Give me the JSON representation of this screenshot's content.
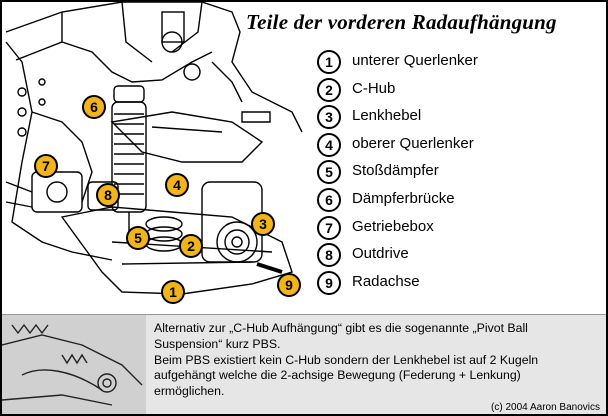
{
  "title": "Teile der vorderen Radaufhängung",
  "legend": [
    {
      "num": "1",
      "label": "unterer Querlenker"
    },
    {
      "num": "2",
      "label": "C-Hub"
    },
    {
      "num": "3",
      "label": "Lenkhebel"
    },
    {
      "num": "4",
      "label": "oberer Querlenker"
    },
    {
      "num": "5",
      "label": "Stoßdämpfer"
    },
    {
      "num": "6",
      "label": "Dämpferbrücke"
    },
    {
      "num": "7",
      "label": "Getriebebox"
    },
    {
      "num": "8",
      "label": "Outdrive"
    },
    {
      "num": "9",
      "label": "Radachse"
    }
  ],
  "markers": [
    "6",
    "7",
    "8",
    "4",
    "3",
    "5",
    "2",
    "1",
    "9"
  ],
  "note": {
    "line1": "Alternativ zur „C-Hub Aufhängung“ gibt es die sogenannte „Pivot Ball Suspension“ kurz PBS.",
    "line2": "Beim PBS existiert kein C-Hub sondern der Lenkhebel ist auf 2 Kugeln aufgehängt welche die 2-achsige Bewegung (Federung + Lenkung) ermöglichen."
  },
  "copyright": "(c) 2004 Aaron Banovics",
  "colors": {
    "marker_fill": "#f2b519",
    "background": "#ffffff",
    "note_background": "#e6e6e6"
  }
}
